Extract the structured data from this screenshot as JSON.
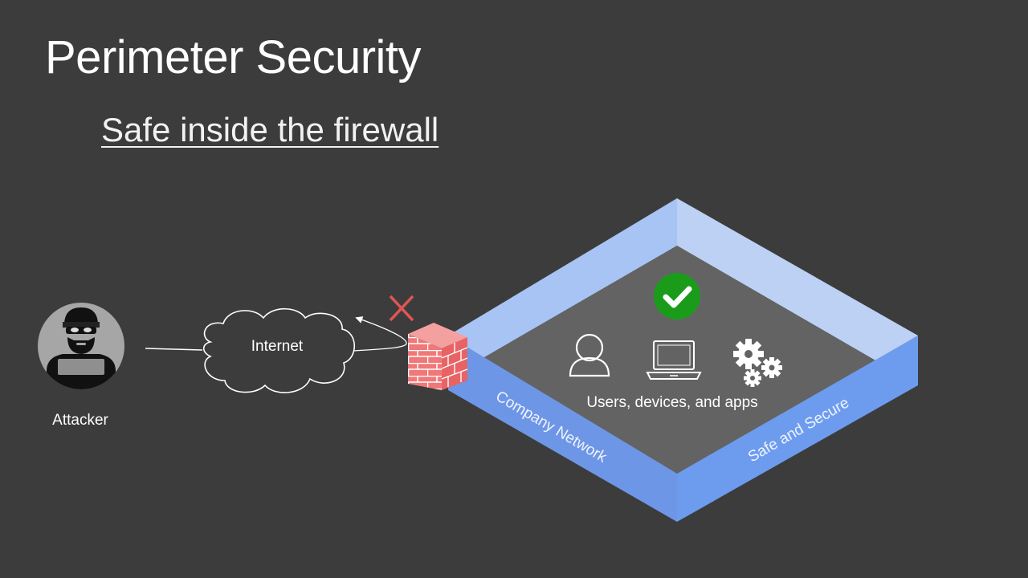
{
  "slide": {
    "title": "Perimeter Security",
    "subtitle": "Safe inside the firewall"
  },
  "diagram": {
    "attacker_label": "Attacker",
    "internet_label": "Internet",
    "network_front_label": "Company Network",
    "network_side_label": "Safe and Secure",
    "assets_label": "Users, devices, and apps",
    "icons": [
      "attacker-icon",
      "cloud-icon",
      "firewall-icon",
      "blocked-x-icon",
      "checkmark-icon",
      "user-icon",
      "laptop-icon",
      "gears-icon"
    ],
    "colors": {
      "background": "#3c3c3c",
      "floor": "#636363",
      "wall_light": "#a8c4f4",
      "wall_front": "#6e9cee",
      "firewall": "#f07070",
      "blocked_x": "#e05555",
      "check": "#1a9c1a"
    }
  }
}
